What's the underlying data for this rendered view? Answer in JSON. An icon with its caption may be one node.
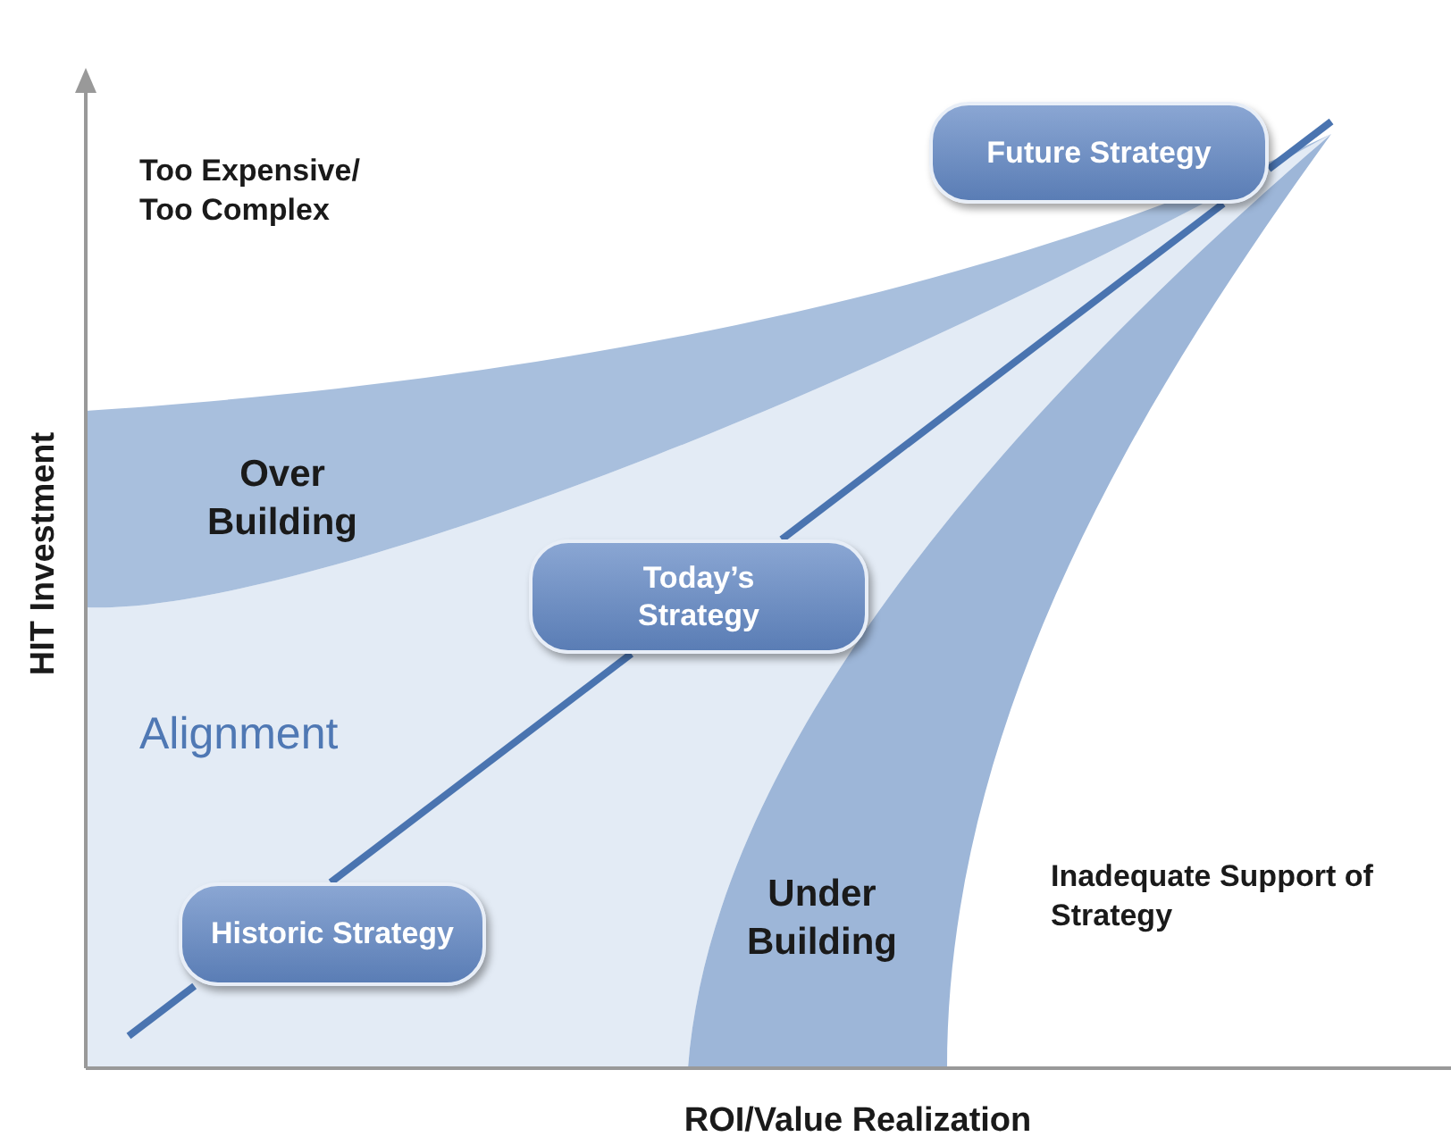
{
  "diagram": {
    "nodes": [
      {
        "text": [
          "Historic Strategy"
        ]
      },
      {
        "text": [
          "Today’s Strategy"
        ]
      },
      {
        "text": [
          "Future Strategy"
        ]
      }
    ],
    "edges": [
      {
        "from": null,
        "to": 0,
        "arrow": "none"
      },
      {
        "from": 0,
        "to": 1,
        "arrow": "none"
      },
      {
        "from": 1,
        "to": 2,
        "arrow": "none"
      },
      {
        "from": 2,
        "to": null,
        "arrow": "none"
      }
    ],
    "labels": [
      "Too Expensive/ Too Complex",
      "Over Building",
      "Alignment",
      "Under Building",
      "Inadequate Support of Strategy",
      "HIT Investment",
      "ROI/Value Realization"
    ]
  }
}
